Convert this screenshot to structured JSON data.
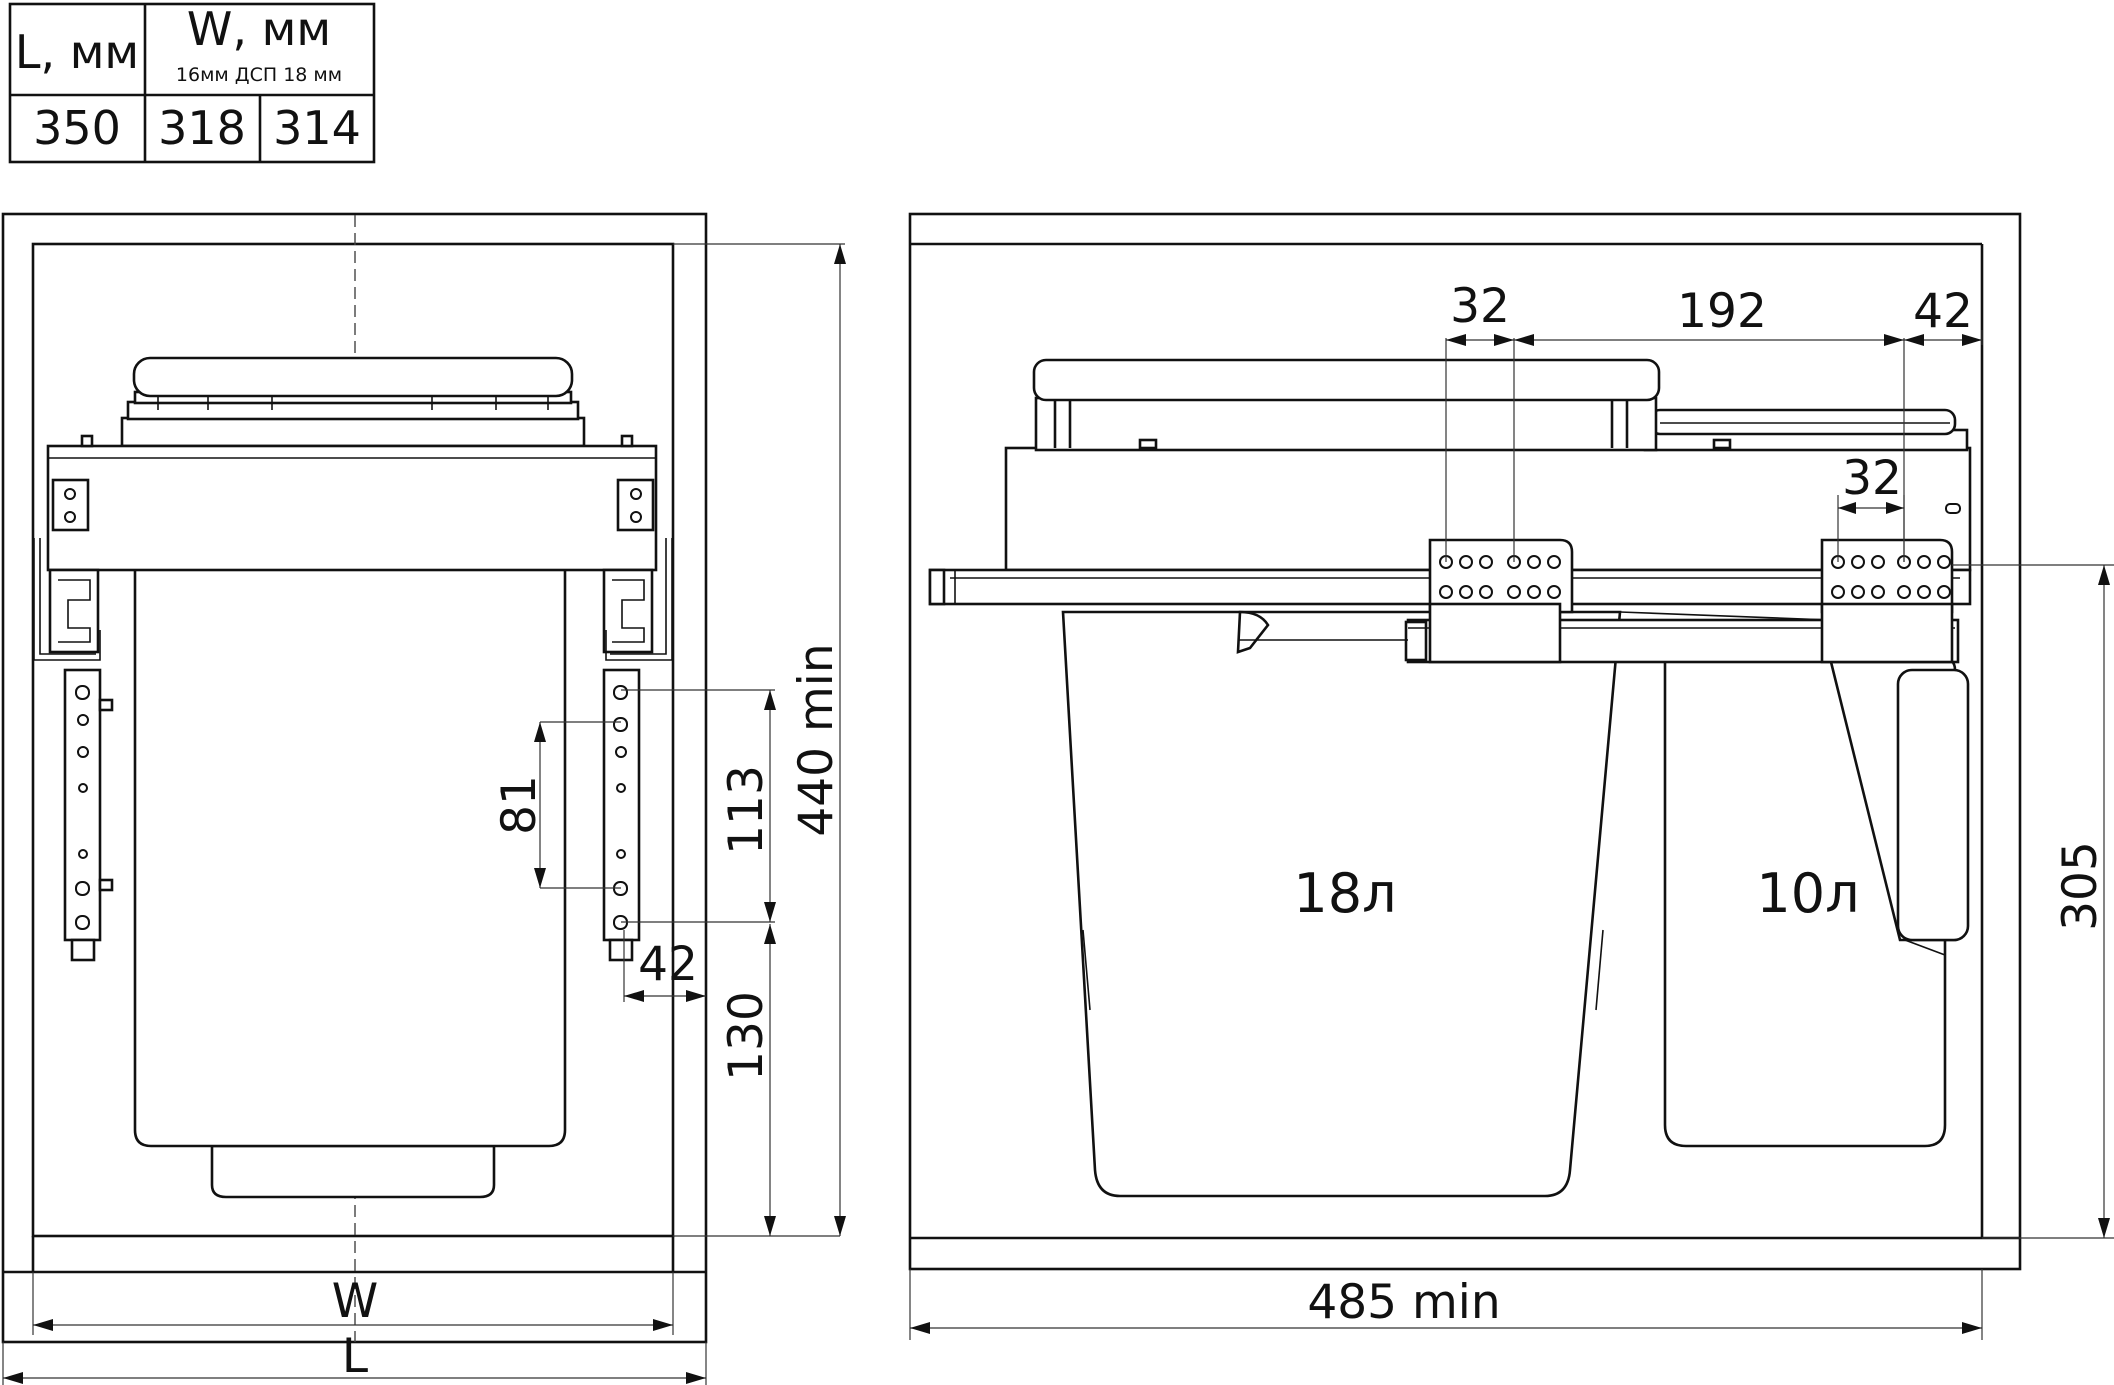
{
  "spec_table": {
    "col_l": "L, мм",
    "col_w": "W, мм",
    "col_w_sub": "16мм ДСП 18 мм",
    "l_value": "350",
    "w_16": "318",
    "w_18": "314"
  },
  "left_view": {
    "dim_81": "81",
    "dim_113": "113",
    "dim_130": "130",
    "dim_440": "440 min",
    "dim_42": "42",
    "label_w": "W",
    "label_l": "L"
  },
  "right_view": {
    "dim_32_left": "32",
    "dim_192": "192",
    "dim_42_top": "42",
    "dim_32_right": "32",
    "dim_305": "305",
    "dim_485": "485 min",
    "bin_large": "18л",
    "bin_small": "10л"
  }
}
